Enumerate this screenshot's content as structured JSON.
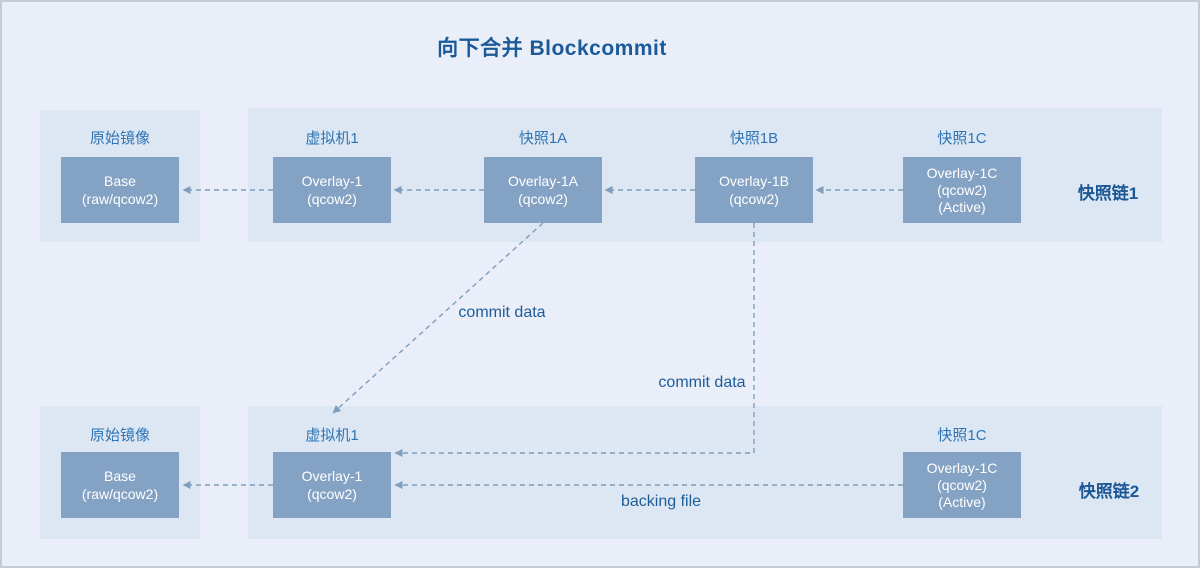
{
  "title": "向下合并 Blockcommit",
  "colors": {
    "canvas_bg": "#e9eef8",
    "panel_bg": "#dce7f3",
    "box_fill": "#84a2c3",
    "box_text": "#ffffff",
    "label_blue": "#2e74b5",
    "dark_blue": "#1c5795",
    "title_blue": "#1a5a9a",
    "connector": "#7f9dbd",
    "border_gray": "#c6cbd3"
  },
  "chain1": {
    "source": {
      "label": "原始镜像",
      "box_lines": [
        "Base",
        "(raw/qcow2)"
      ]
    },
    "nodes": [
      {
        "label": "虚拟机1",
        "box_lines": [
          "Overlay-1",
          "(qcow2)"
        ]
      },
      {
        "label": "快照1A",
        "box_lines": [
          "Overlay-1A",
          "(qcow2)"
        ]
      },
      {
        "label": "快照1B",
        "box_lines": [
          "Overlay-1B",
          "(qcow2)"
        ]
      },
      {
        "label": "快照1C",
        "box_lines": [
          "Overlay-1C",
          "(qcow2)",
          "(Active)"
        ]
      }
    ],
    "chain_label": "快照链1"
  },
  "chain2": {
    "source": {
      "label": "原始镜像",
      "box_lines": [
        "Base",
        "(raw/qcow2)"
      ]
    },
    "nodes": [
      {
        "label": "虚拟机1",
        "box_lines": [
          "Overlay-1",
          "(qcow2)"
        ]
      },
      {
        "label": "快照1C",
        "box_lines": [
          "Overlay-1C",
          "(qcow2)",
          "(Active)"
        ]
      }
    ],
    "chain_label": "快照链2"
  },
  "annotations": {
    "commit_data_1": "commit data",
    "commit_data_2": "commit data",
    "backing_file": "backing file"
  }
}
